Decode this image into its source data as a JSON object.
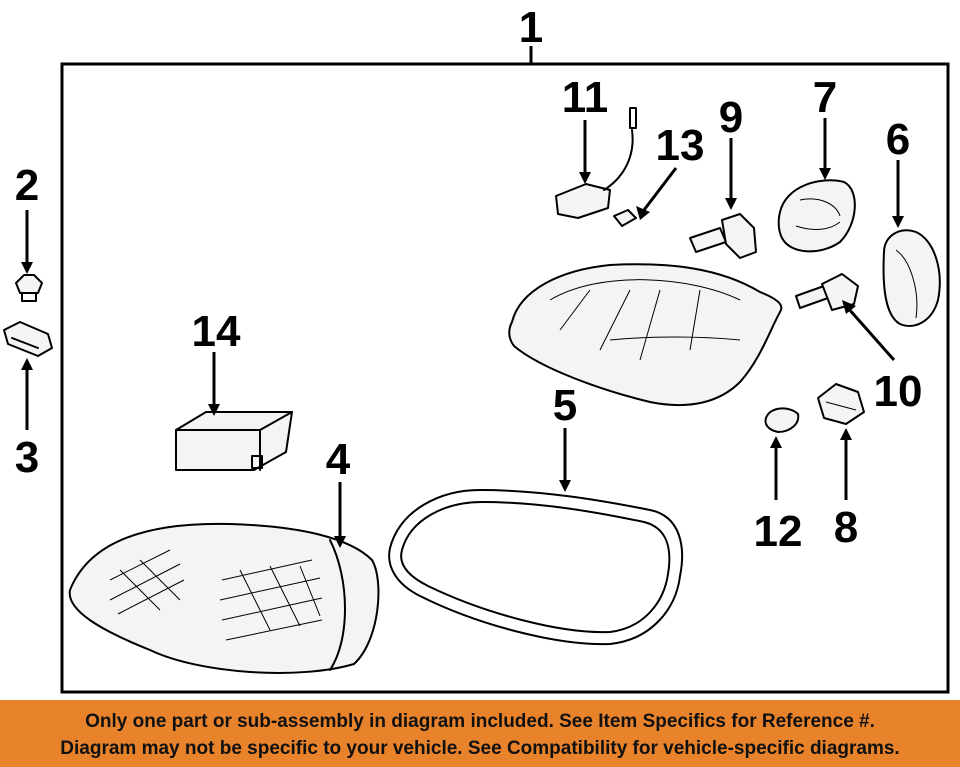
{
  "callouts": {
    "c1": "1",
    "c2": "2",
    "c3": "3",
    "c4": "4",
    "c5": "5",
    "c6": "6",
    "c7": "7",
    "c8": "8",
    "c9": "9",
    "c10": "10",
    "c11": "11",
    "c12": "12",
    "c13": "13",
    "c14": "14"
  },
  "banner": {
    "line1": "Only one part or sub-assembly in diagram included. See Item Specifics for Reference #.",
    "line2": "Diagram may not be specific to your vehicle. See Compatibility for vehicle-specific diagrams."
  },
  "colors": {
    "banner_bg": "#e8832c",
    "ink": "#000000"
  }
}
